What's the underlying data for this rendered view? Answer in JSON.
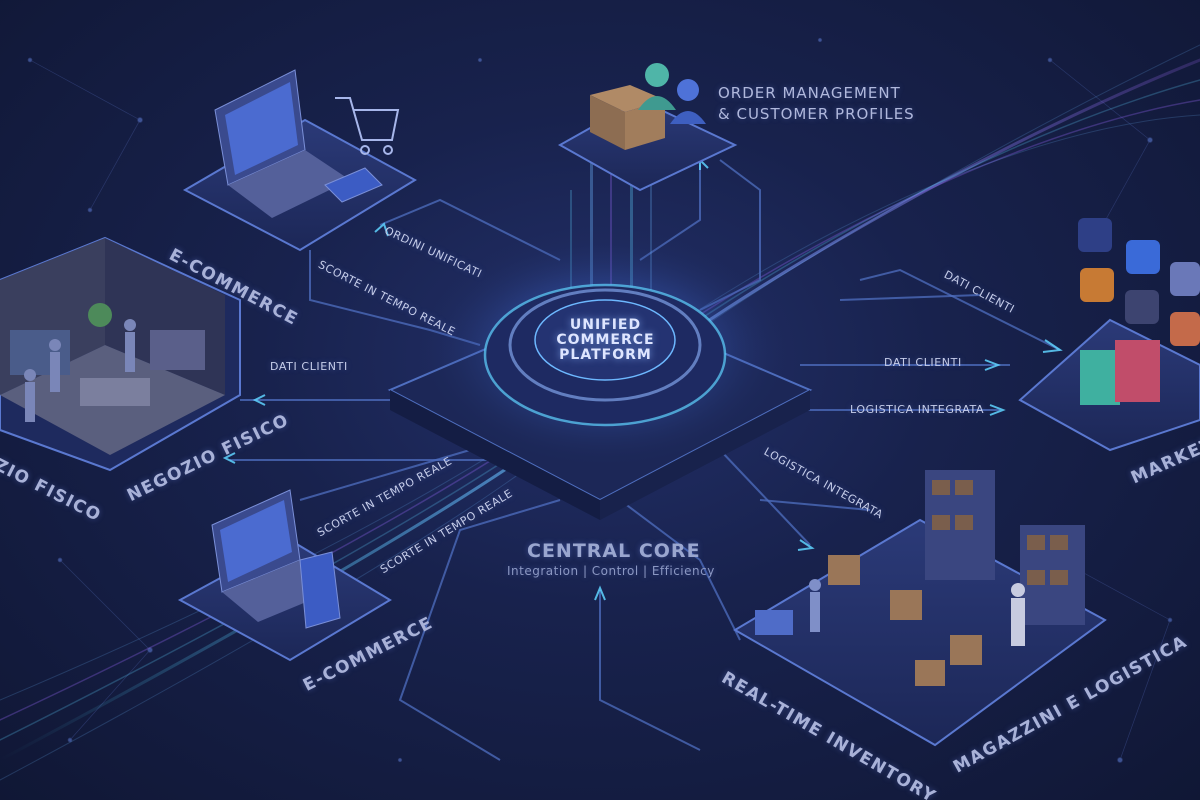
{
  "hub": {
    "line1": "UNIFIED",
    "line2": "COMMERCE",
    "line3": "PLATFORM"
  },
  "core": {
    "title": "CENTRAL CORE",
    "subtitle": "Integration | Control | Efficiency"
  },
  "nodes": {
    "ecommerce_top": "E-COMMERCE",
    "negozio_fisico": "NEGOZIO FISICO",
    "negozio_fisico_cut": "ZIO FISICO",
    "ecommerce_bottom": "E-COMMERCE",
    "order_management_line1": "ORDER MANAGEMENT",
    "order_management_line2": "& CUSTOMER PROFILES",
    "marketplace": "MARKET",
    "realtime_inventory": "REAL-TIME INVENTORY",
    "magazzini": "MAGAZZINI E LOGISTICA"
  },
  "flows": {
    "ordini_unificati": "ORDINI UNIFICATI",
    "scorte_top": "SCORTE IN TEMPO REALE",
    "dati_clienti_left": "DATI CLIENTI",
    "scorte_bl1": "SCORTE IN TEMPO REALE",
    "scorte_bl2": "SCORTE IN TEMPO REALE",
    "dati_clienti_right_upper": "DATI CLIENTI",
    "dati_clienti_right": "DATI CLIENTI",
    "logistica_right": "LOGISTICA INTEGRATA",
    "logistica_diag": "LOGISTICA INTEGRATA"
  },
  "marketplace_icons": [
    "star-logo-icon",
    "globe-icon",
    "cart-icon",
    "amazon-icon",
    "store-icon",
    "shopping-bags-icon"
  ],
  "colors": {
    "background": "#18224d",
    "accent_cyan": "#5fd3ff",
    "accent_violet": "#9b6bff",
    "line": "#4f6fc0"
  }
}
